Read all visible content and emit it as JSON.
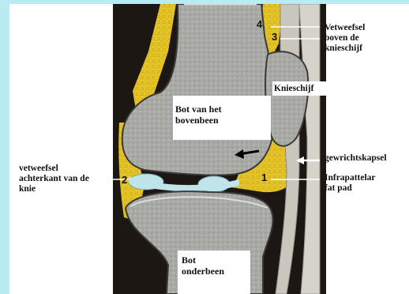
{
  "labels": {
    "fat_above_kneecap": "Vetweefsel\nboven de\nknieschijf",
    "kneecap": "Knieschijf",
    "femur": "Bot van het\nbovenbeen",
    "joint_capsule": "gewrichtskapsel",
    "infrapatellar": "Infrapattelar\nfat pad",
    "fat_back_knee": "vetweefsel\nachterkant van de\nknie",
    "tibia": "Bot\nonderbeen"
  },
  "numbers": {
    "n1": "1",
    "n2": "2",
    "n3": "3",
    "n4": "4"
  },
  "colors": {
    "background_frame": "#b8ecf2",
    "fat_tissue": "#e6c62a",
    "bone": "#a9a9a5",
    "cartilage": "#bfe4ea",
    "dark_background": "#1c1712"
  }
}
